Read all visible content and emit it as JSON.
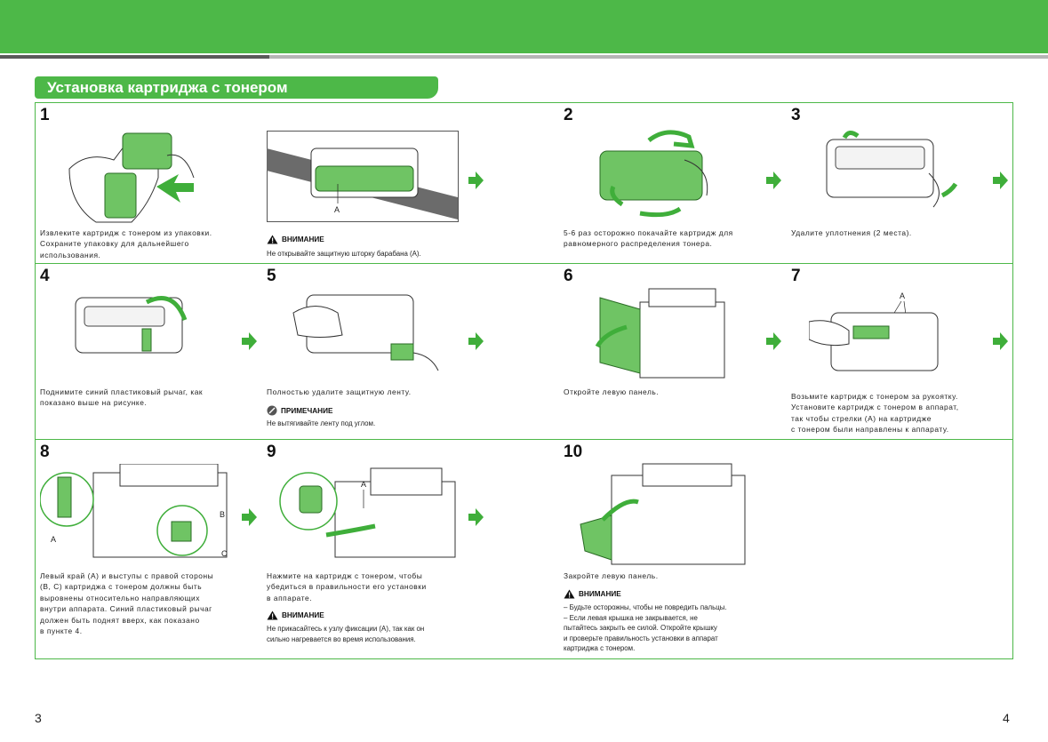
{
  "page": {
    "title": "Установка картриджа с тонером",
    "page_left": "3",
    "page_right": "4",
    "accent_color": "#4db848"
  },
  "labels": {
    "caution": "ВНИМАНИЕ",
    "note": "ПРИМЕЧАНИЕ",
    "a": "A",
    "b": "B",
    "c": "C"
  },
  "steps": {
    "s1": {
      "num": "1",
      "text": "Извлеките картридж с тонером из упаковки.\nСохраните упаковку для дальнейшего\nиспользования."
    },
    "s1b": {
      "caution_text": "Не открывайте защитную шторку барабана (A)."
    },
    "s2": {
      "num": "2",
      "text": "5-6 раз осторожно покачайте картридж для\nравномерного распределения тонера."
    },
    "s3": {
      "num": "3",
      "text": "Удалите уплотнения (2 места)."
    },
    "s4": {
      "num": "4",
      "text": "Поднимите синий пластиковый рычаг, как\nпоказано выше на рисунке."
    },
    "s5": {
      "num": "5",
      "text": "Полностью удалите защитную ленту.",
      "note_text": "Не вытягивайте ленту под углом."
    },
    "s6": {
      "num": "6",
      "text": "Откройте левую панель."
    },
    "s7": {
      "num": "7",
      "text": "Возьмите картридж с тонером за рукоятку.\nУстановите картридж с тонером в аппарат,\nтак чтобы стрелки (A) на картридже\nс тонером были направлены к аппарату."
    },
    "s8": {
      "num": "8",
      "text": "Левый край (A) и выступы с правой стороны\n(B, C) картриджа с тонером должны быть\nвыровнены относительно направляющих\nвнутри аппарата. Синий пластиковый рычаг\nдолжен быть поднят вверх, как показано\nв пункте 4."
    },
    "s9": {
      "num": "9",
      "text": "Нажмите на картридж с тонером, чтобы\nубедиться в правильности его установки\nв аппарате.",
      "caution_text": "Не прикасайтесь к узлу фиксации (A), так как он\nсильно нагревается во время использования."
    },
    "s10": {
      "num": "10",
      "text": "Закройте левую панель.",
      "caution_text": "–  Будьте осторожны, чтобы не повредить пальцы.\n–  Если левая крышка не закрывается, не\n    пытайтесь закрыть ее силой. Откройте крышку\n    и проверьте правильность установки в аппарат\n    картриджа с тонером."
    }
  }
}
